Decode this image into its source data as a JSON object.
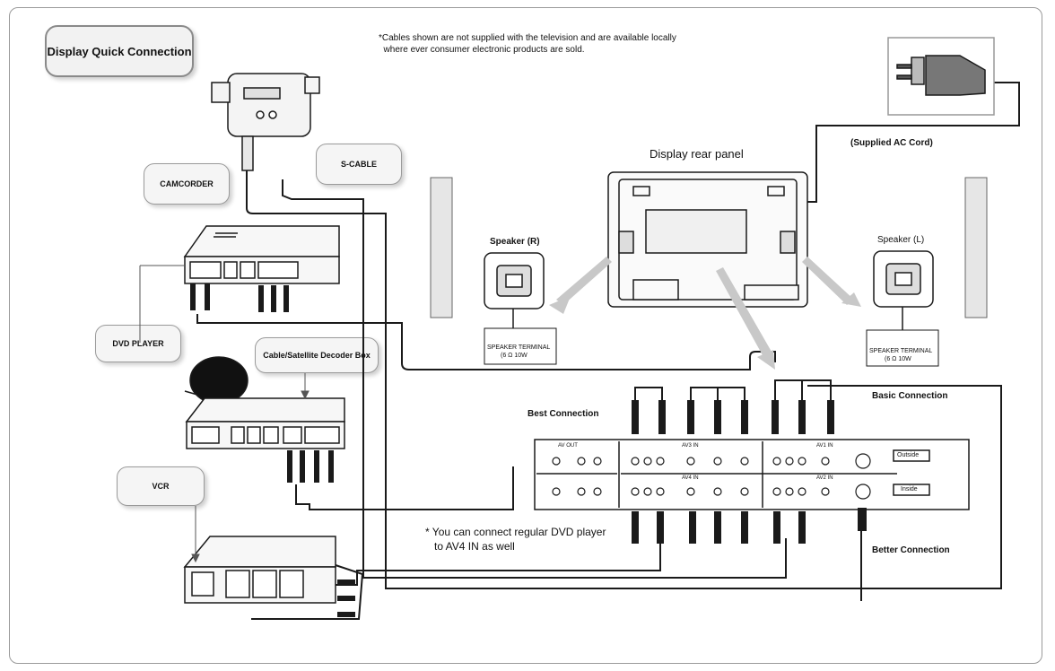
{
  "title": "Display Quick Connection",
  "note": "*Cables shown are not supplied with the television and are available locally\n  where ever consumer electronic products are sold.",
  "devices": {
    "camcorder": "CAMCORDER",
    "s_cable": "S-CABLE",
    "dvd_player": "DVD PLAYER",
    "decoder_box": "Cable/Satellite Decoder Box",
    "vcr": "VCR"
  },
  "display_rear_panel": "Display rear panel",
  "ac_cord": "(Supplied AC Cord)",
  "speaker_r": {
    "label": "Speaker (R)",
    "terminal_line1": "SPEAKER TERMINAL",
    "terminal_line2": "(6 Ω 10W"
  },
  "speaker_l": {
    "label": "Speaker (L)",
    "terminal_line1": "SPEAKER TERMINAL",
    "terminal_line2": "(6 Ω 10W"
  },
  "connections": {
    "best": "Best Connection",
    "basic": "Basic Connection",
    "better": "Better Connection"
  },
  "dvd_note_line1": "* You can connect regular DVD player",
  "dvd_note_line2": "to AV4 IN as well",
  "panel": {
    "av_out": "AV OUT",
    "av3_in": "AV3 IN",
    "av1_in": "AV1 IN",
    "av4_in": "AV4 IN",
    "av2_in": "AV2 IN",
    "outside": "Outside",
    "inside": "Inside"
  }
}
